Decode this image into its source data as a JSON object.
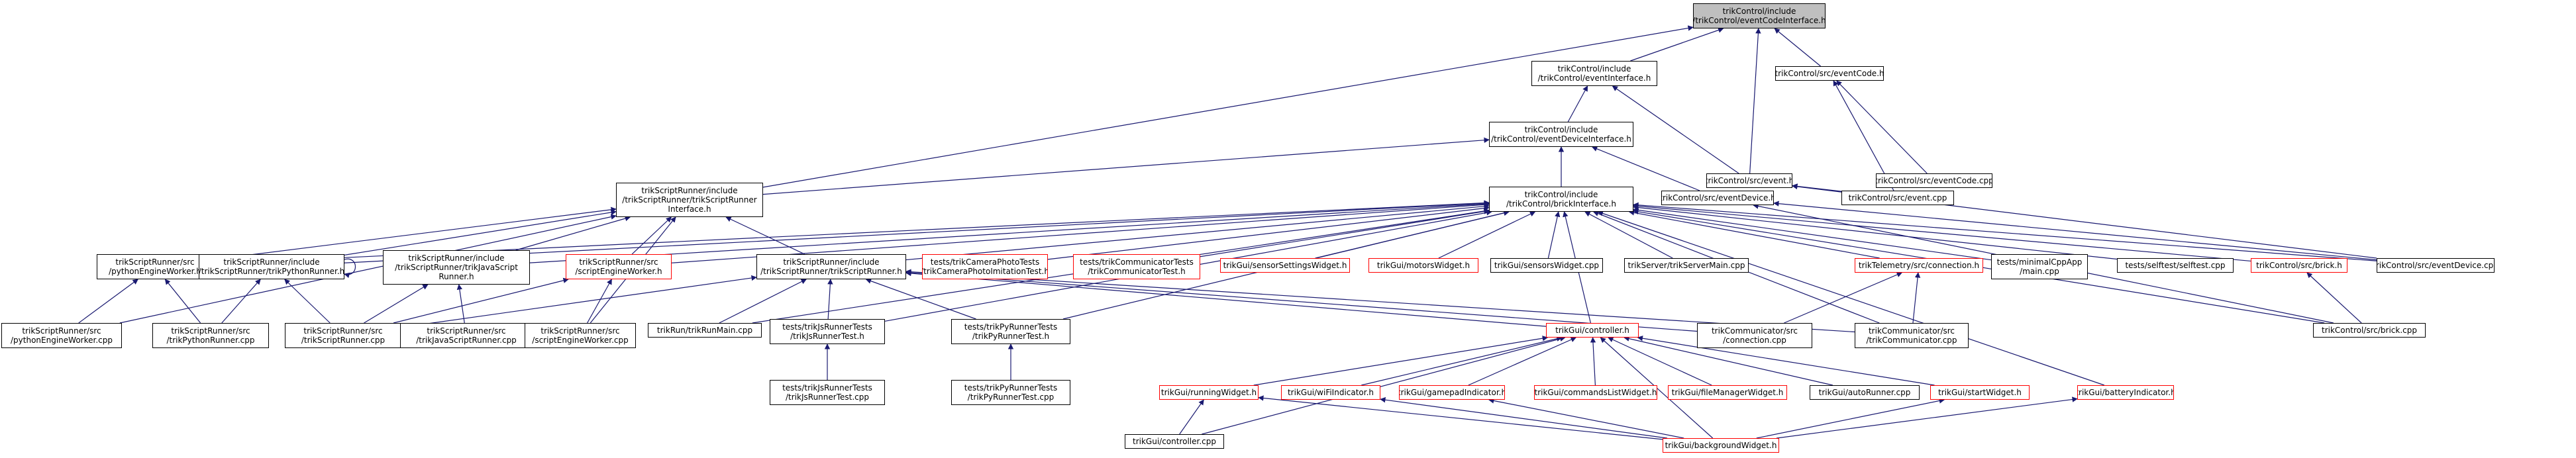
{
  "graph": {
    "root": "trikControl/include/trikControl/eventCodeInterface.h",
    "nodes": [
      {
        "id": "n0",
        "lines": [
          "trikControl/include",
          "/trikControl/eventCodeInterface.h"
        ],
        "style": "root"
      },
      {
        "id": "n1",
        "lines": [
          "trikControl/include",
          "/trikControl/eventInterface.h"
        ],
        "style": "normal"
      },
      {
        "id": "n2",
        "lines": [
          "trikControl/src/eventCode.h"
        ],
        "style": "normal"
      },
      {
        "id": "n3",
        "lines": [
          "trikControl/include",
          "/trikControl/eventDeviceInterface.h"
        ],
        "style": "normal"
      },
      {
        "id": "n4",
        "lines": [
          "trikControl/src/event.h"
        ],
        "style": "normal"
      },
      {
        "id": "n5",
        "lines": [
          "trikControl/src/eventCode.cpp"
        ],
        "style": "normal"
      },
      {
        "id": "n6",
        "lines": [
          "trikScriptRunner/include",
          "/trikScriptRunner/trikScriptRunner",
          "Interface.h"
        ],
        "style": "normal"
      },
      {
        "id": "n7",
        "lines": [
          "trikControl/include",
          "/trikControl/brickInterface.h"
        ],
        "style": "normal"
      },
      {
        "id": "n8",
        "lines": [
          "trikControl/src/eventDevice.h"
        ],
        "style": "normal"
      },
      {
        "id": "n9",
        "lines": [
          "trikControl/src/event.cpp"
        ],
        "style": "normal"
      },
      {
        "id": "n10",
        "lines": [
          "trikScriptRunner/src",
          "/pythonEngineWorker.h"
        ],
        "style": "normal"
      },
      {
        "id": "n11",
        "lines": [
          "trikScriptRunner/include",
          "/trikScriptRunner/trikPythonRunner.h"
        ],
        "style": "normal"
      },
      {
        "id": "n12",
        "lines": [
          "trikScriptRunner/include",
          "/trikScriptRunner/trikJavaScript",
          "Runner.h"
        ],
        "style": "normal"
      },
      {
        "id": "n13",
        "lines": [
          "trikScriptRunner/src",
          "/scriptEngineWorker.h"
        ],
        "style": "red"
      },
      {
        "id": "n14",
        "lines": [
          "trikScriptRunner/include",
          "/trikScriptRunner/trikScriptRunner.h"
        ],
        "style": "normal"
      },
      {
        "id": "n15",
        "lines": [
          "tests/trikCameraPhotoTests",
          "/trikCameraPhotoImitationTest.h"
        ],
        "style": "red"
      },
      {
        "id": "n16",
        "lines": [
          "tests/trikCommunicatorTests",
          "/trikCommunicatorTest.h"
        ],
        "style": "red"
      },
      {
        "id": "n17",
        "lines": [
          "trikGui/sensorSettingsWidget.h"
        ],
        "style": "red"
      },
      {
        "id": "n18",
        "lines": [
          "trikGui/motorsWidget.h"
        ],
        "style": "red"
      },
      {
        "id": "n19",
        "lines": [
          "trikGui/sensorsWidget.cpp"
        ],
        "style": "normal"
      },
      {
        "id": "n20",
        "lines": [
          "trikServer/trikServerMain.cpp"
        ],
        "style": "normal"
      },
      {
        "id": "n21",
        "lines": [
          "trikTelemetry/src/connection.h"
        ],
        "style": "red"
      },
      {
        "id": "n22",
        "lines": [
          "tests/minimalCppApp",
          "/main.cpp"
        ],
        "style": "normal"
      },
      {
        "id": "n23",
        "lines": [
          "tests/selftest/selftest.cpp"
        ],
        "style": "normal"
      },
      {
        "id": "n24",
        "lines": [
          "trikControl/src/brick.h"
        ],
        "style": "red"
      },
      {
        "id": "n25",
        "lines": [
          "trikControl/src/eventDevice.cpp"
        ],
        "style": "normal"
      },
      {
        "id": "n26",
        "lines": [
          "trikScriptRunner/src",
          "/pythonEngineWorker.cpp"
        ],
        "style": "normal"
      },
      {
        "id": "n27",
        "lines": [
          "trikScriptRunner/src",
          "/trikPythonRunner.cpp"
        ],
        "style": "normal"
      },
      {
        "id": "n28",
        "lines": [
          "trikScriptRunner/src",
          "/trikScriptRunner.cpp"
        ],
        "style": "normal"
      },
      {
        "id": "n29",
        "lines": [
          "trikScriptRunner/src",
          "/trikJavaScriptRunner.cpp"
        ],
        "style": "normal"
      },
      {
        "id": "n30",
        "lines": [
          "trikScriptRunner/src",
          "/scriptEngineWorker.cpp"
        ],
        "style": "normal"
      },
      {
        "id": "n31",
        "lines": [
          "trikRun/trikRunMain.cpp"
        ],
        "style": "normal"
      },
      {
        "id": "n32",
        "lines": [
          "tests/trikJsRunnerTests",
          "/trikJsRunnerTest.h"
        ],
        "style": "normal"
      },
      {
        "id": "n33",
        "lines": [
          "tests/trikPyRunnerTests",
          "/trikPyRunnerTest.h"
        ],
        "style": "normal"
      },
      {
        "id": "n34",
        "lines": [
          "trikGui/controller.h"
        ],
        "style": "red"
      },
      {
        "id": "n35",
        "lines": [
          "trikCommunicator/src",
          "/connection.cpp"
        ],
        "style": "normal"
      },
      {
        "id": "n36",
        "lines": [
          "trikCommunicator/src",
          "/trikCommunicator.cpp"
        ],
        "style": "normal"
      },
      {
        "id": "n37",
        "lines": [
          "trikControl/src/brick.cpp"
        ],
        "style": "normal"
      },
      {
        "id": "n38",
        "lines": [
          "tests/trikJsRunnerTests",
          "/trikJsRunnerTest.cpp"
        ],
        "style": "normal"
      },
      {
        "id": "n39",
        "lines": [
          "tests/trikPyRunnerTests",
          "/trikPyRunnerTest.cpp"
        ],
        "style": "normal"
      },
      {
        "id": "n40",
        "lines": [
          "trikGui/runningWidget.h"
        ],
        "style": "red"
      },
      {
        "id": "n41",
        "lines": [
          "trikGui/wiFiIndicator.h"
        ],
        "style": "red"
      },
      {
        "id": "n42",
        "lines": [
          "trikGui/gamepadIndicator.h"
        ],
        "style": "red"
      },
      {
        "id": "n43",
        "lines": [
          "trikGui/commandsListWidget.h"
        ],
        "style": "red"
      },
      {
        "id": "n44",
        "lines": [
          "trikGui/fileManagerWidget.h"
        ],
        "style": "red"
      },
      {
        "id": "n45",
        "lines": [
          "trikGui/autoRunner.cpp"
        ],
        "style": "normal"
      },
      {
        "id": "n46",
        "lines": [
          "trikGui/startWidget.h"
        ],
        "style": "red"
      },
      {
        "id": "n47",
        "lines": [
          "trikGui/batteryIndicator.h"
        ],
        "style": "red"
      },
      {
        "id": "n48",
        "lines": [
          "trikGui/controller.cpp"
        ],
        "style": "normal"
      },
      {
        "id": "n49",
        "lines": [
          "trikGui/backgroundWidget.h"
        ],
        "style": "red"
      }
    ],
    "edges": [
      [
        "n1",
        "n0"
      ],
      [
        "n2",
        "n0"
      ],
      [
        "n4",
        "n0"
      ],
      [
        "n6",
        "n0"
      ],
      [
        "n3",
        "n1"
      ],
      [
        "n4",
        "n1"
      ],
      [
        "n5",
        "n2"
      ],
      [
        "n9",
        "n2"
      ],
      [
        "n6",
        "n3"
      ],
      [
        "n7",
        "n3"
      ],
      [
        "n8",
        "n3"
      ],
      [
        "n9",
        "n4"
      ],
      [
        "n25",
        "n4"
      ],
      [
        "n10",
        "n6"
      ],
      [
        "n11",
        "n6"
      ],
      [
        "n12",
        "n6"
      ],
      [
        "n13",
        "n6"
      ],
      [
        "n14",
        "n6"
      ],
      [
        "n26",
        "n6"
      ],
      [
        "n30",
        "n6"
      ],
      [
        "n10",
        "n7"
      ],
      [
        "n11",
        "n7"
      ],
      [
        "n12",
        "n7"
      ],
      [
        "n13",
        "n7"
      ],
      [
        "n14",
        "n7"
      ],
      [
        "n15",
        "n7"
      ],
      [
        "n16",
        "n7"
      ],
      [
        "n17",
        "n7"
      ],
      [
        "n18",
        "n7"
      ],
      [
        "n19",
        "n7"
      ],
      [
        "n20",
        "n7"
      ],
      [
        "n21",
        "n7"
      ],
      [
        "n22",
        "n7"
      ],
      [
        "n23",
        "n7"
      ],
      [
        "n24",
        "n7"
      ],
      [
        "n25",
        "n7"
      ],
      [
        "n31",
        "n7"
      ],
      [
        "n32",
        "n7"
      ],
      [
        "n33",
        "n7"
      ],
      [
        "n34",
        "n7"
      ],
      [
        "n36",
        "n7"
      ],
      [
        "n47",
        "n7"
      ],
      [
        "n37",
        "n7"
      ],
      [
        "n25",
        "n8"
      ],
      [
        "n37",
        "n8"
      ],
      [
        "n26",
        "n10"
      ],
      [
        "n27",
        "n10"
      ],
      [
        "n11",
        "n11"
      ],
      [
        "n27",
        "n11"
      ],
      [
        "n28",
        "n11"
      ],
      [
        "n28",
        "n12"
      ],
      [
        "n29",
        "n12"
      ],
      [
        "n28",
        "n13"
      ],
      [
        "n30",
        "n13"
      ],
      [
        "n31",
        "n14"
      ],
      [
        "n32",
        "n14"
      ],
      [
        "n33",
        "n14"
      ],
      [
        "n34",
        "n14"
      ],
      [
        "n35",
        "n14"
      ],
      [
        "n36",
        "n14"
      ],
      [
        "n28",
        "n14"
      ],
      [
        "n35",
        "n21"
      ],
      [
        "n36",
        "n21"
      ],
      [
        "n37",
        "n24"
      ],
      [
        "n38",
        "n32"
      ],
      [
        "n39",
        "n33"
      ],
      [
        "n40",
        "n34"
      ],
      [
        "n41",
        "n34"
      ],
      [
        "n42",
        "n34"
      ],
      [
        "n43",
        "n34"
      ],
      [
        "n44",
        "n34"
      ],
      [
        "n45",
        "n34"
      ],
      [
        "n46",
        "n34"
      ],
      [
        "n48",
        "n34"
      ],
      [
        "n49",
        "n34"
      ],
      [
        "n48",
        "n40"
      ],
      [
        "n49",
        "n40"
      ],
      [
        "n49",
        "n41"
      ],
      [
        "n49",
        "n42"
      ],
      [
        "n49",
        "n46"
      ],
      [
        "n49",
        "n47"
      ]
    ]
  }
}
